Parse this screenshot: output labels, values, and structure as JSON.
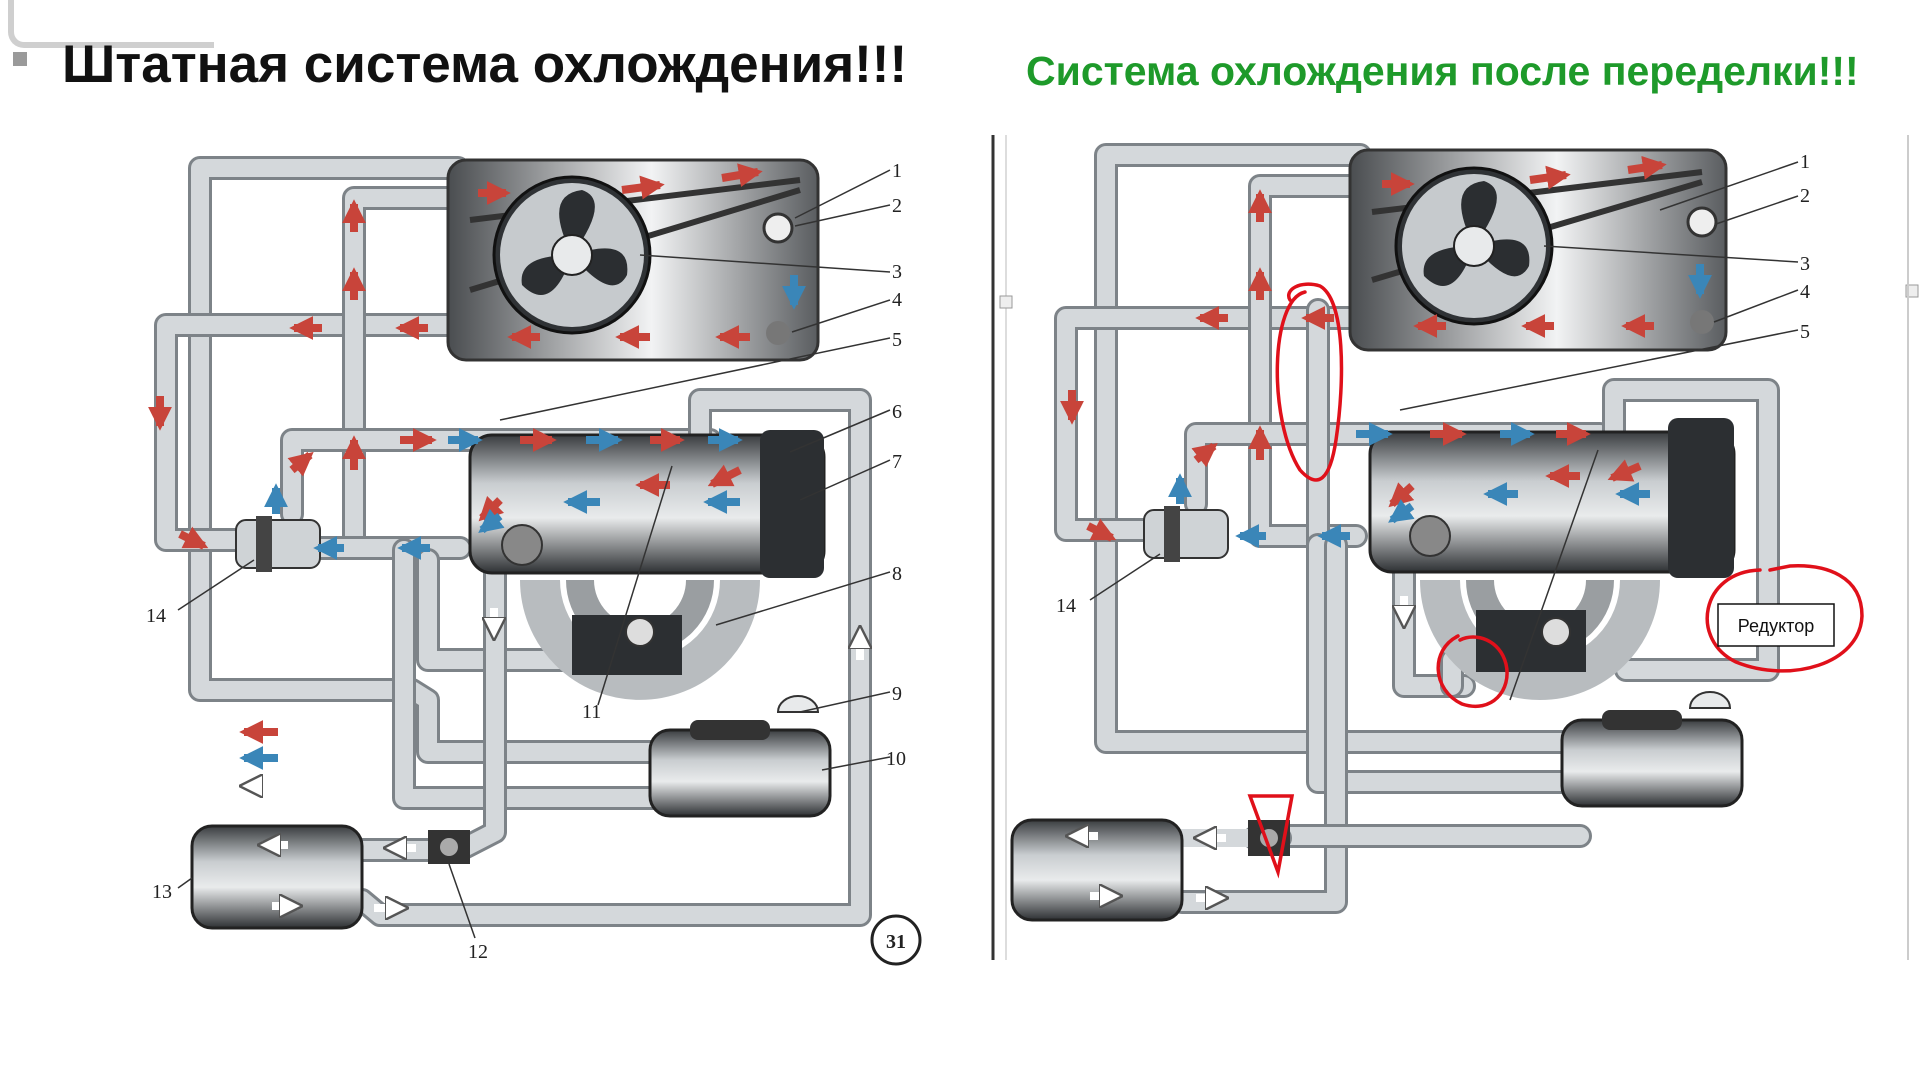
{
  "titles": {
    "left": "Штатная система охлождения!!!",
    "right": "Система охлождения после переделки!!!"
  },
  "left_diagram": {
    "callouts": [
      "1",
      "2",
      "3",
      "4",
      "5",
      "6",
      "7",
      "8",
      "9",
      "10",
      "11",
      "12",
      "13",
      "14"
    ],
    "figure_number": "31"
  },
  "right_diagram": {
    "callouts": [
      "1",
      "2",
      "3",
      "4",
      "5",
      "14"
    ],
    "annotation_label": "Редуктор"
  },
  "colors": {
    "hot_arrow": "#c8443a",
    "cold_arrow": "#3a86b8",
    "pipe": "#cfd3d6",
    "pipe_edge": "#7d8388",
    "annotation": "#e0101a",
    "title_right": "#1e9a2a"
  }
}
